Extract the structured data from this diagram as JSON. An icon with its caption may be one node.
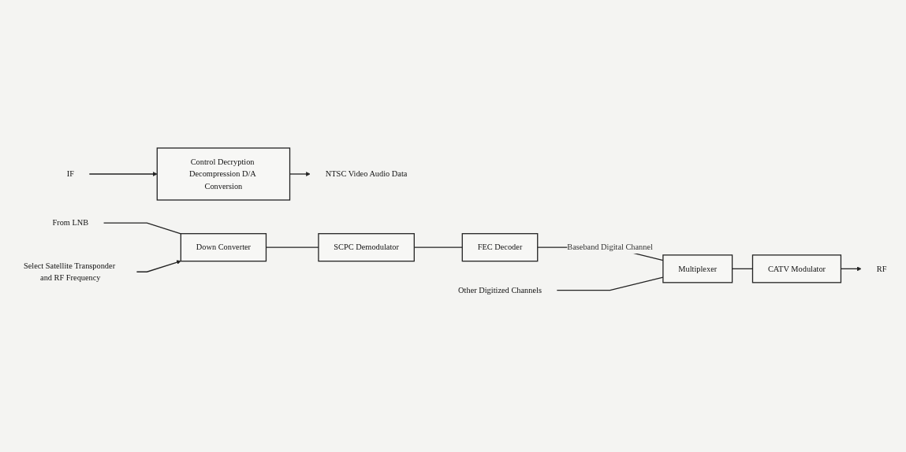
{
  "diagram": {
    "nodes": [
      {
        "text": [
          "IF"
        ]
      },
      {
        "text": [
          "Control Decryption Decompression D/A Conversion"
        ]
      },
      {
        "text": [
          "NTSC Video Audio Data"
        ]
      },
      {
        "text": [
          "From LNB"
        ]
      },
      {
        "text": [
          "Down Converter"
        ]
      },
      {
        "text": [
          "SCPC Demodulator"
        ]
      },
      {
        "text": [
          "FEC Decoder"
        ]
      },
      {
        "text": [
          "Multiplexer"
        ]
      },
      {
        "text": [
          "Other Digitized Channels"
        ]
      },
      {
        "text": [
          "CATV Modulator"
        ]
      },
      {
        "text": [
          "RF"
        ]
      },
      {
        "text": [
          "Select Satellite Transponder and RF Frequency"
        ]
      }
    ],
    "edges": [
      {
        "from": 0,
        "to": 1,
        "arrow": "to"
      },
      {
        "from": 1,
        "to": 2,
        "arrow": "to"
      },
      {
        "from": 3,
        "to": 4,
        "arrow": "none"
      },
      {
        "from": 4,
        "to": 5,
        "arrow": "none"
      },
      {
        "from": 5,
        "to": 6,
        "arrow": "none"
      },
      {
        "from": 6,
        "to": 7,
        "arrow": "none",
        "label": "Baseband Digital Channel"
      },
      {
        "from": 8,
        "to": 7,
        "arrow": "none"
      },
      {
        "from": 7,
        "to": 9,
        "arrow": "none"
      },
      {
        "from": 9,
        "to": 10,
        "arrow": "to"
      },
      {
        "from": 11,
        "to": 4,
        "arrow": "to"
      }
    ]
  }
}
